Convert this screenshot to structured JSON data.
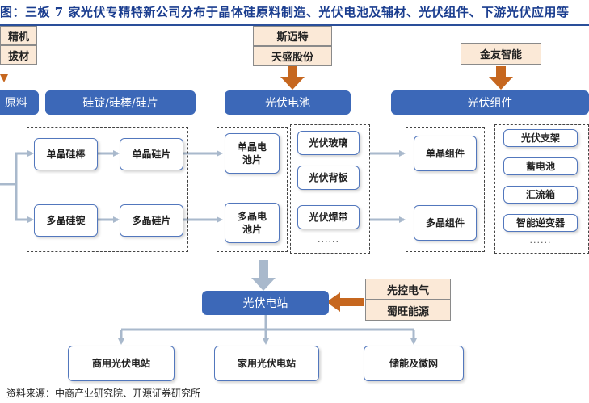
{
  "title": "图：三板 7 家光伏专精特新公司分布于晶体硅原料制造、光伏电池及辅材、光伏组件、下游光伏应用等",
  "top_companies": {
    "left": [
      "精机",
      "拔材"
    ],
    "cell": [
      "斯迈特",
      "天盛股份"
    ],
    "module": "金友智能",
    "station": [
      "先控电气",
      "蜀旺能源"
    ]
  },
  "stage_bars": {
    "raw": "原料",
    "silicon": "硅锭/硅棒/硅片",
    "cell": "光伏电池",
    "module": "光伏组件",
    "station": "光伏电站"
  },
  "silicon_nodes": [
    "单晶硅棒",
    "单晶硅片",
    "多晶硅锭",
    "多晶硅片"
  ],
  "cell_nodes": [
    "单晶电池片",
    "多晶电池片"
  ],
  "aux_materials": [
    "光伏玻璃",
    "光伏背板",
    "光伏焊带"
  ],
  "module_nodes": [
    "单晶组件",
    "多晶组件"
  ],
  "bos_items": [
    "光伏支架",
    "蓄电池",
    "汇流箱",
    "智能逆变器"
  ],
  "ellipsis": "......",
  "applications": [
    "商用光伏电站",
    "家用光伏电站",
    "储能及微网"
  ],
  "source": "资料来源：中商产业研究院、开源证券研究所",
  "colors": {
    "blue": "#3c68b8",
    "tan": "#fbe9d7",
    "orange_arrow": "#c6671f",
    "grey_arrow": "#a9b9cc"
  }
}
